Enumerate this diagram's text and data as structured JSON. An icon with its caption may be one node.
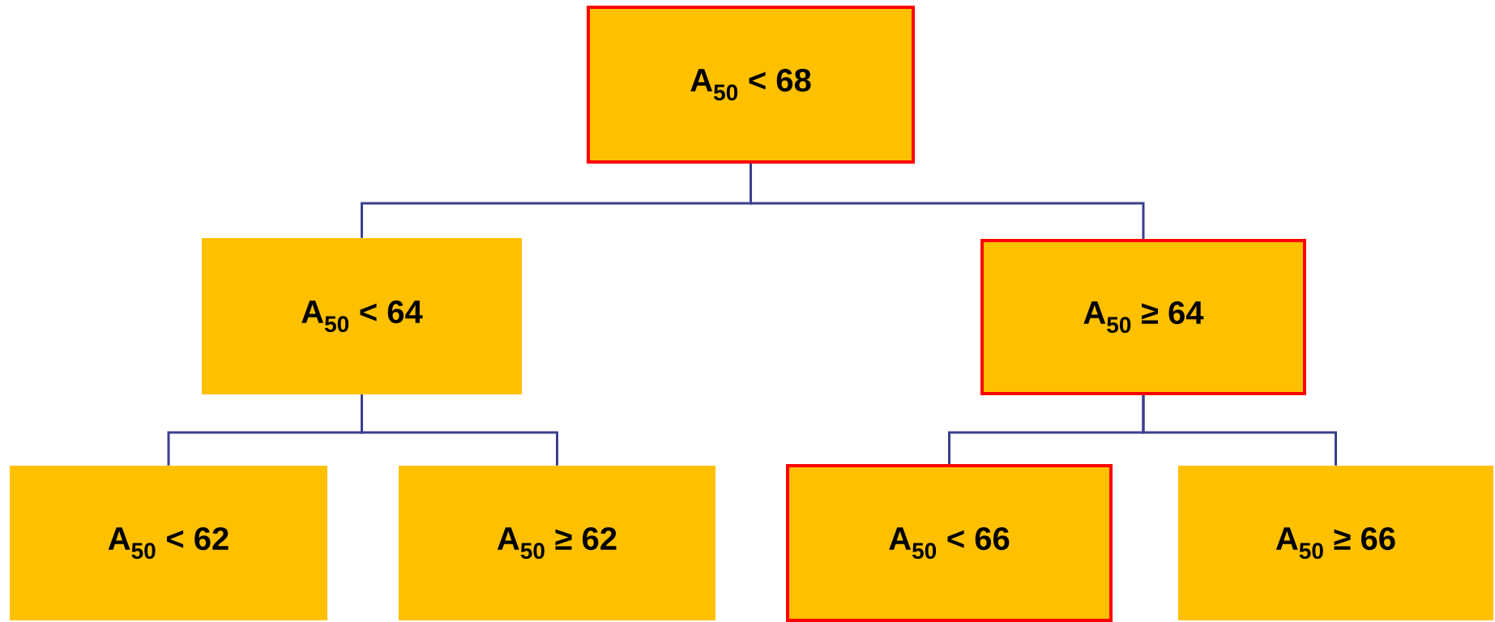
{
  "diagram": {
    "nodes": [
      {
        "text": [
          "A$_{50}$ < 68"
        ]
      },
      {
        "text": [
          "A$_{50}$ < 64"
        ]
      },
      {
        "text": [
          "A$_{50}$ ≥ 64"
        ]
      },
      {
        "text": [
          "A$_{50}$ < 62"
        ]
      },
      {
        "text": [
          "A$_{50}$ ≥ 62"
        ]
      },
      {
        "text": [
          "A$_{50}$ < 66"
        ]
      },
      {
        "text": [
          "A$_{50}$ ≥ 66"
        ]
      }
    ],
    "edges": [
      {
        "from": 0,
        "to": 1,
        "arrow": "none"
      },
      {
        "from": 0,
        "to": 2,
        "arrow": "none"
      },
      {
        "from": 1,
        "to": 3,
        "arrow": "none"
      },
      {
        "from": 1,
        "to": 4,
        "arrow": "none"
      },
      {
        "from": 2,
        "to": 5,
        "arrow": "none"
      },
      {
        "from": 2,
        "to": 6,
        "arrow": "none"
      }
    ]
  }
}
